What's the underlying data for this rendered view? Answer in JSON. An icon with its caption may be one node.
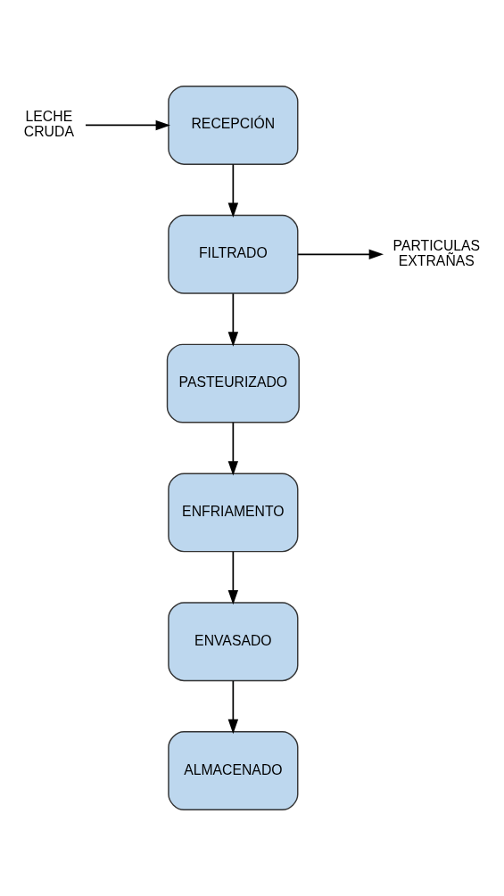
{
  "diagram": {
    "nodes": [
      {
        "text": [
          "LECHE CRUDA"
        ]
      },
      {
        "text": [
          "RECEPCIÓN"
        ]
      },
      {
        "text": [
          "FILTRADO"
        ]
      },
      {
        "text": [
          "PARTICULAS EXTRAÑAS"
        ]
      },
      {
        "text": [
          "PASTEURIZADO"
        ]
      },
      {
        "text": [
          "ENFRIAMENTO"
        ]
      },
      {
        "text": [
          "ENVASADO"
        ]
      },
      {
        "text": [
          "ALMACENADO"
        ]
      }
    ],
    "edges": [
      {
        "from": 0,
        "to": 1,
        "arrow": "to"
      },
      {
        "from": 1,
        "to": 2,
        "arrow": "to"
      },
      {
        "from": 2,
        "to": 3,
        "arrow": "to"
      },
      {
        "from": 2,
        "to": 4,
        "arrow": "to"
      },
      {
        "from": 4,
        "to": 5,
        "arrow": "to"
      },
      {
        "from": 5,
        "to": 6,
        "arrow": "to"
      },
      {
        "from": 6,
        "to": 7,
        "arrow": "to"
      }
    ]
  }
}
